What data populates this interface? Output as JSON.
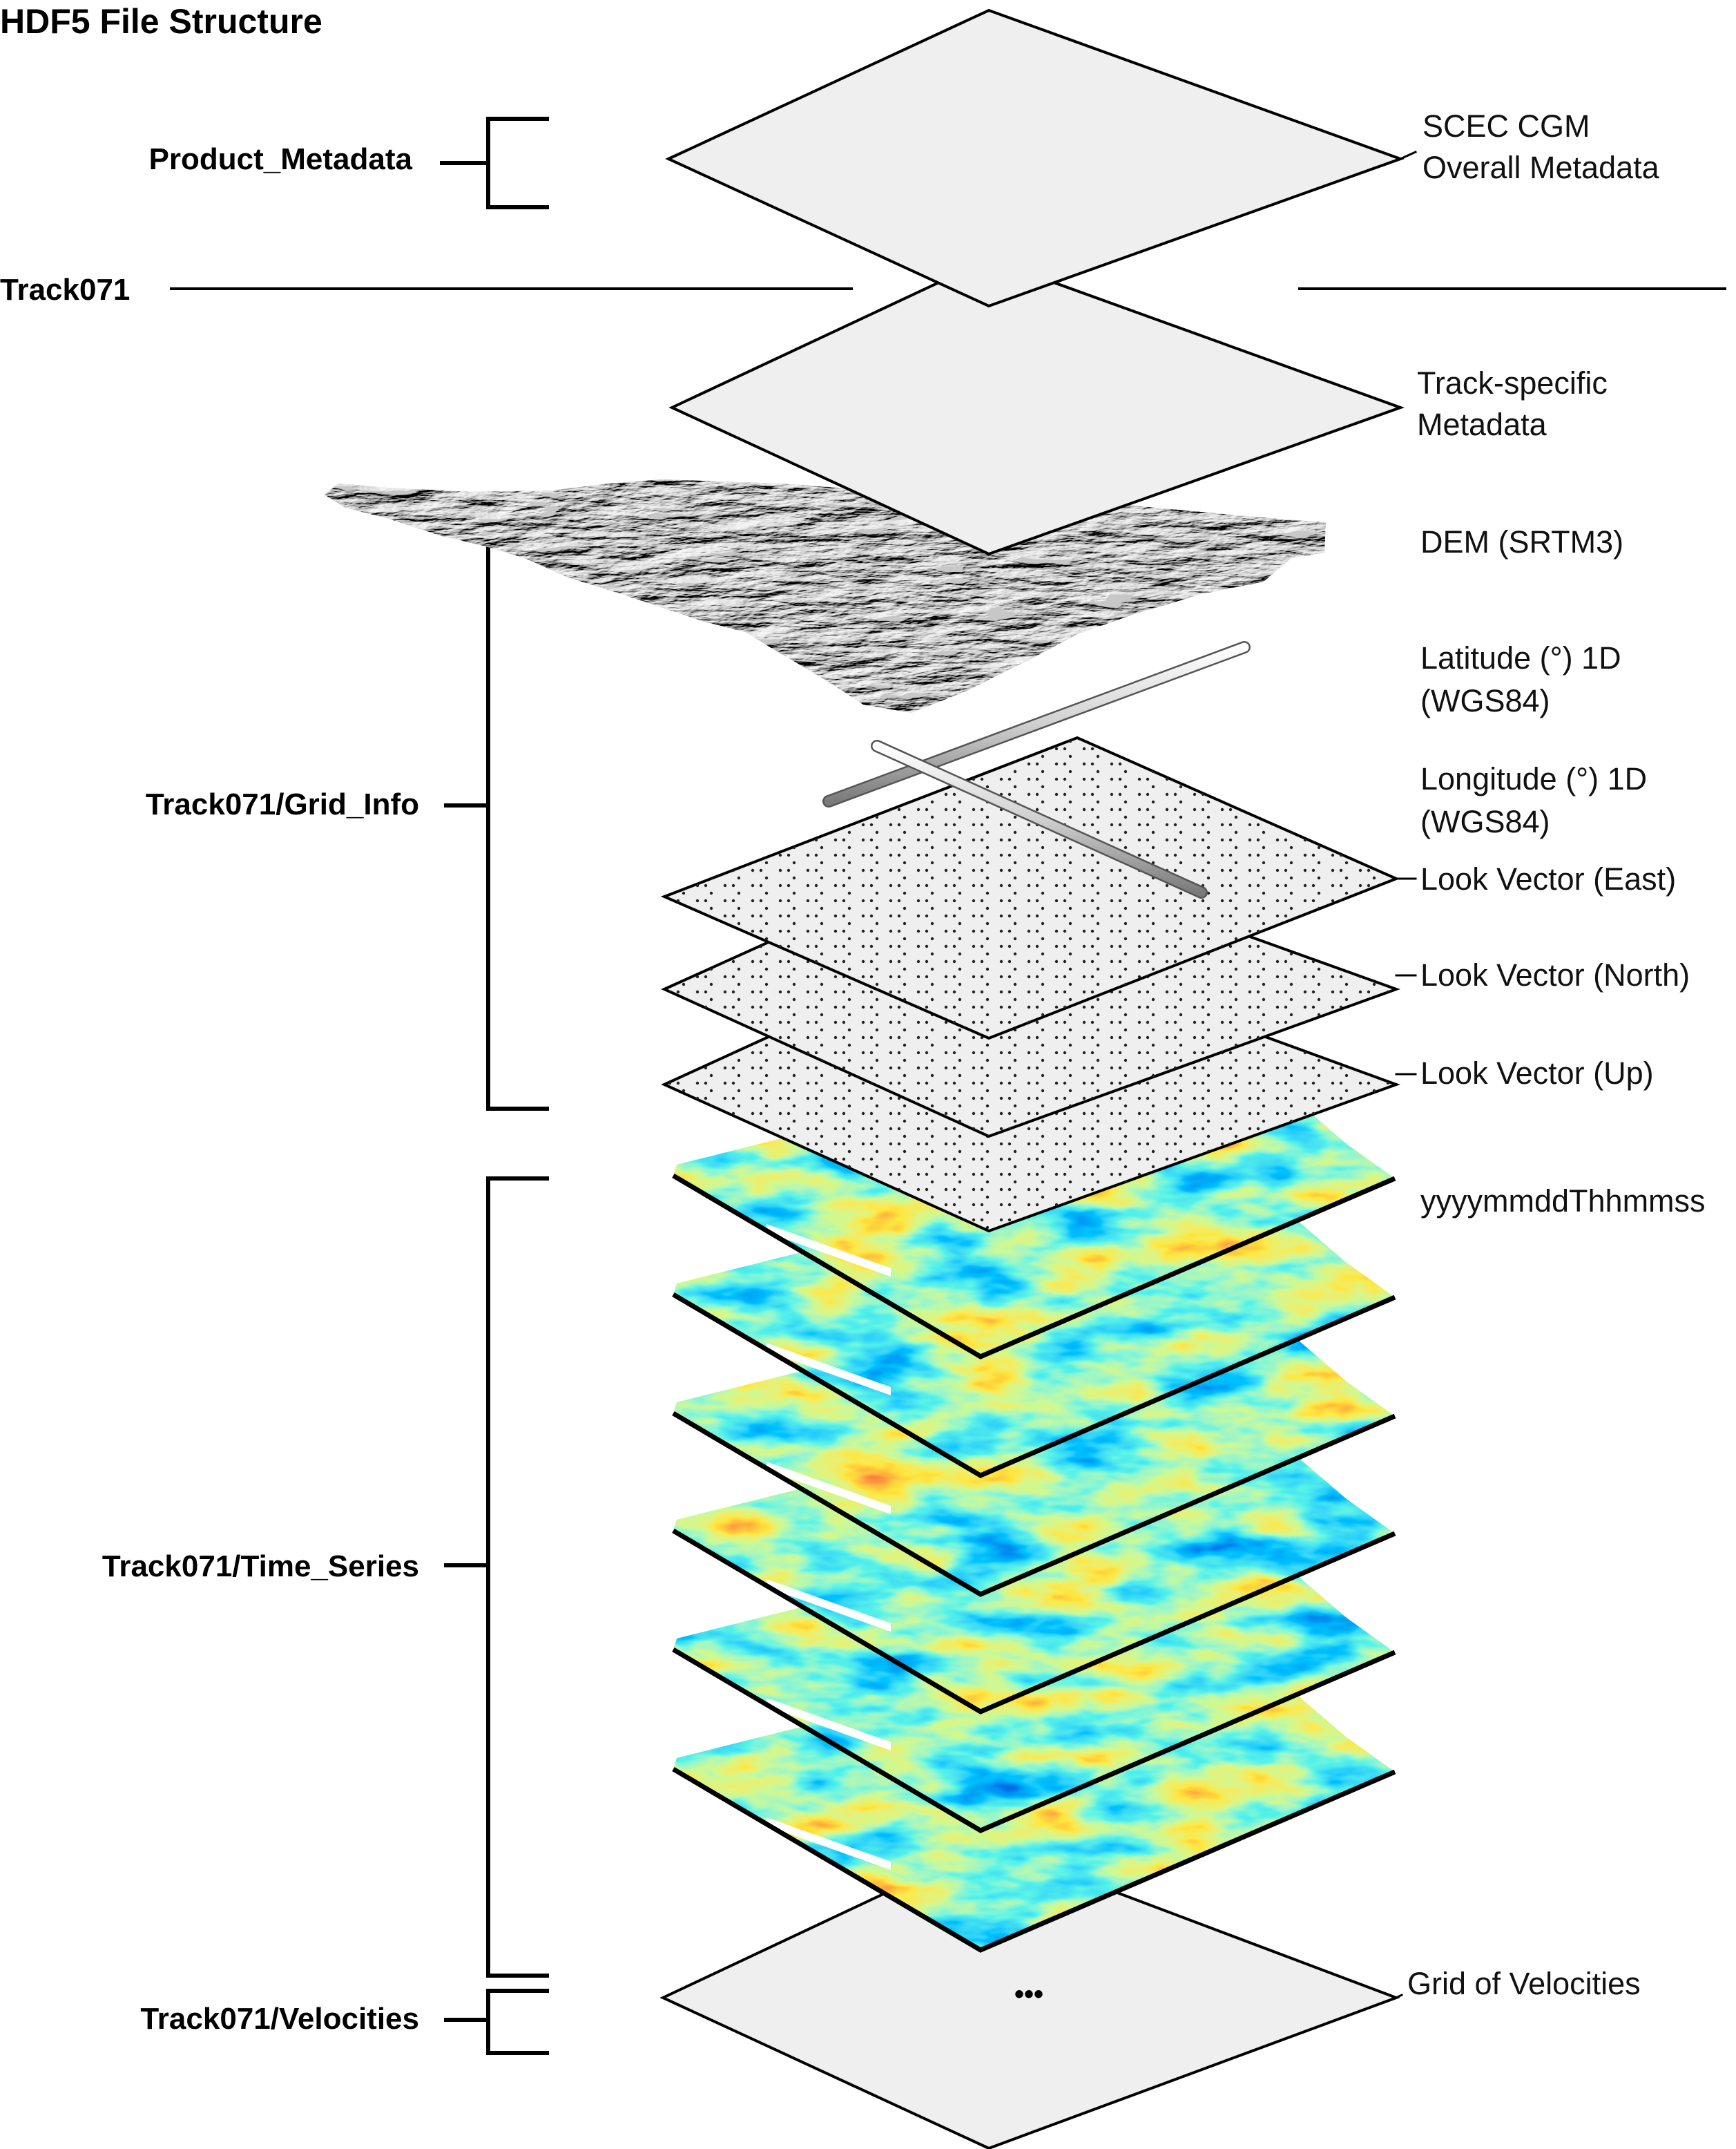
{
  "title": "HDF5 File Structure",
  "groups": {
    "product_metadata": "Product_Metadata",
    "track": "Track071",
    "grid_info": "Track071/Grid_Info",
    "time_series": "Track071/Time_Series",
    "velocities": "Track071/Velocities"
  },
  "layers": {
    "overall_metadata": [
      "SCEC CGM",
      "Overall Metadata"
    ],
    "track_metadata": [
      "Track-specific",
      "Metadata"
    ],
    "dem": "DEM (SRTM3)",
    "latitude": [
      "Latitude (°) 1D",
      "(WGS84)"
    ],
    "longitude": [
      "Longitude (°) 1D",
      "(WGS84)"
    ],
    "look_east": "Look Vector (East)",
    "look_north": "Look Vector (North)",
    "look_up": "Look Vector (Up)",
    "timestamp": "yyyymmddThhmmss",
    "velocities": "Grid of Velocities",
    "ellipsis": "•••"
  },
  "colors": {
    "plain_layer_fill": "#efefef",
    "outline": "#000000",
    "dem_light": "#f2f2f2",
    "dem_dark": "#8a8a8a",
    "jet_low": "#1a2fb8",
    "jet_mid": "#e8f040",
    "jet_high": "#d82010"
  }
}
